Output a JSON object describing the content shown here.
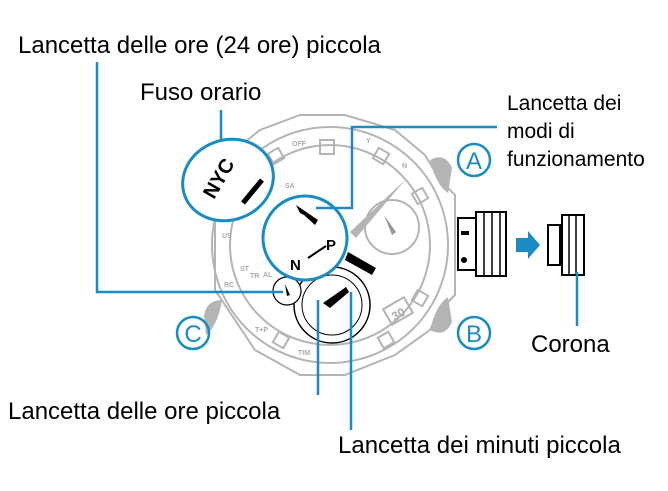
{
  "labels": {
    "hour_24_hand": "Lancetta delle ore (24 ore) piccola",
    "time_zone": "Fuso orario",
    "mode_hand_line1": "Lancetta dei",
    "mode_hand_line2": "modi di",
    "mode_hand_line3": "funzionamento",
    "crown": "Corona",
    "small_hour_hand": "Lancetta delle ore piccola",
    "small_minute_hand": "Lancetta dei minuti piccola"
  },
  "buttons": {
    "a": "A",
    "b": "B",
    "c": "C"
  },
  "callouts": {
    "city": "NYC",
    "mode_n": "N",
    "mode_p": "P"
  },
  "dial_marks": {
    "off": "OFF",
    "y": "Y",
    "n": "N",
    "sa": "SA",
    "us": "US",
    "st": "ST",
    "tr": "TR",
    "al": "AL",
    "rc": "RC",
    "tp": "T+P",
    "tim": "TIM",
    "date": "30"
  },
  "colors": {
    "accent": "#1a8bc4",
    "watch_gray": "#b4b4b4"
  }
}
